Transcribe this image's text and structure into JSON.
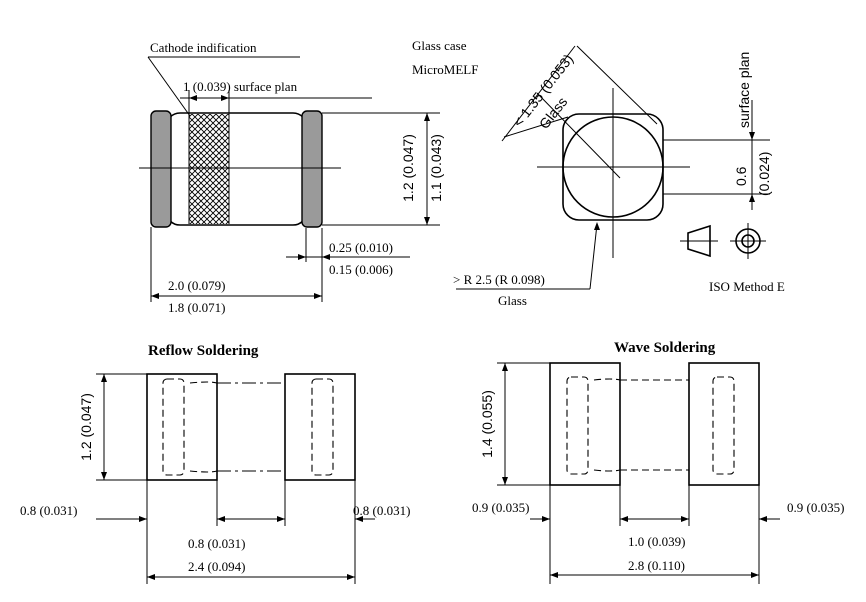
{
  "side_view": {
    "cathode_label": "Cathode indification",
    "band_dim": "1 (0.039) surface plan",
    "height_outer": "1.2 (0.047)",
    "height_inner": "1.1 (0.043)",
    "cap_dim_a": "0.25 (0.010)",
    "cap_dim_b": "0.15 (0.006)",
    "length_outer": "2.0 (0.079)",
    "length_inner": "1.8 (0.071)"
  },
  "case_info": {
    "line1": "Glass case",
    "line2": "MicroMELF"
  },
  "end_view": {
    "diag_dim": "< 1.35 (0.053)",
    "glass_label": "Glass",
    "surface_plan": "surface plan",
    "flat_dim_a": "0.6",
    "flat_dim_b": "(0.024)",
    "radius_note": "> R 2.5 (R 0.098)",
    "glass_note": "Glass",
    "iso_method": "ISO Method E"
  },
  "reflow": {
    "title": "Reflow Soldering",
    "height": "1.2 (0.047)",
    "pad_left": "0.8 (0.031)",
    "pad_right": "0.8 (0.031)",
    "gap": "0.8 (0.031)",
    "total": "2.4 (0.094)"
  },
  "wave": {
    "title": "Wave Soldering",
    "height": "1.4 (0.055)",
    "pad_left": "0.9 (0.035)",
    "pad_right": "0.9 (0.035)",
    "gap": "1.0 (0.039)",
    "total": "2.8 (0.110)"
  }
}
